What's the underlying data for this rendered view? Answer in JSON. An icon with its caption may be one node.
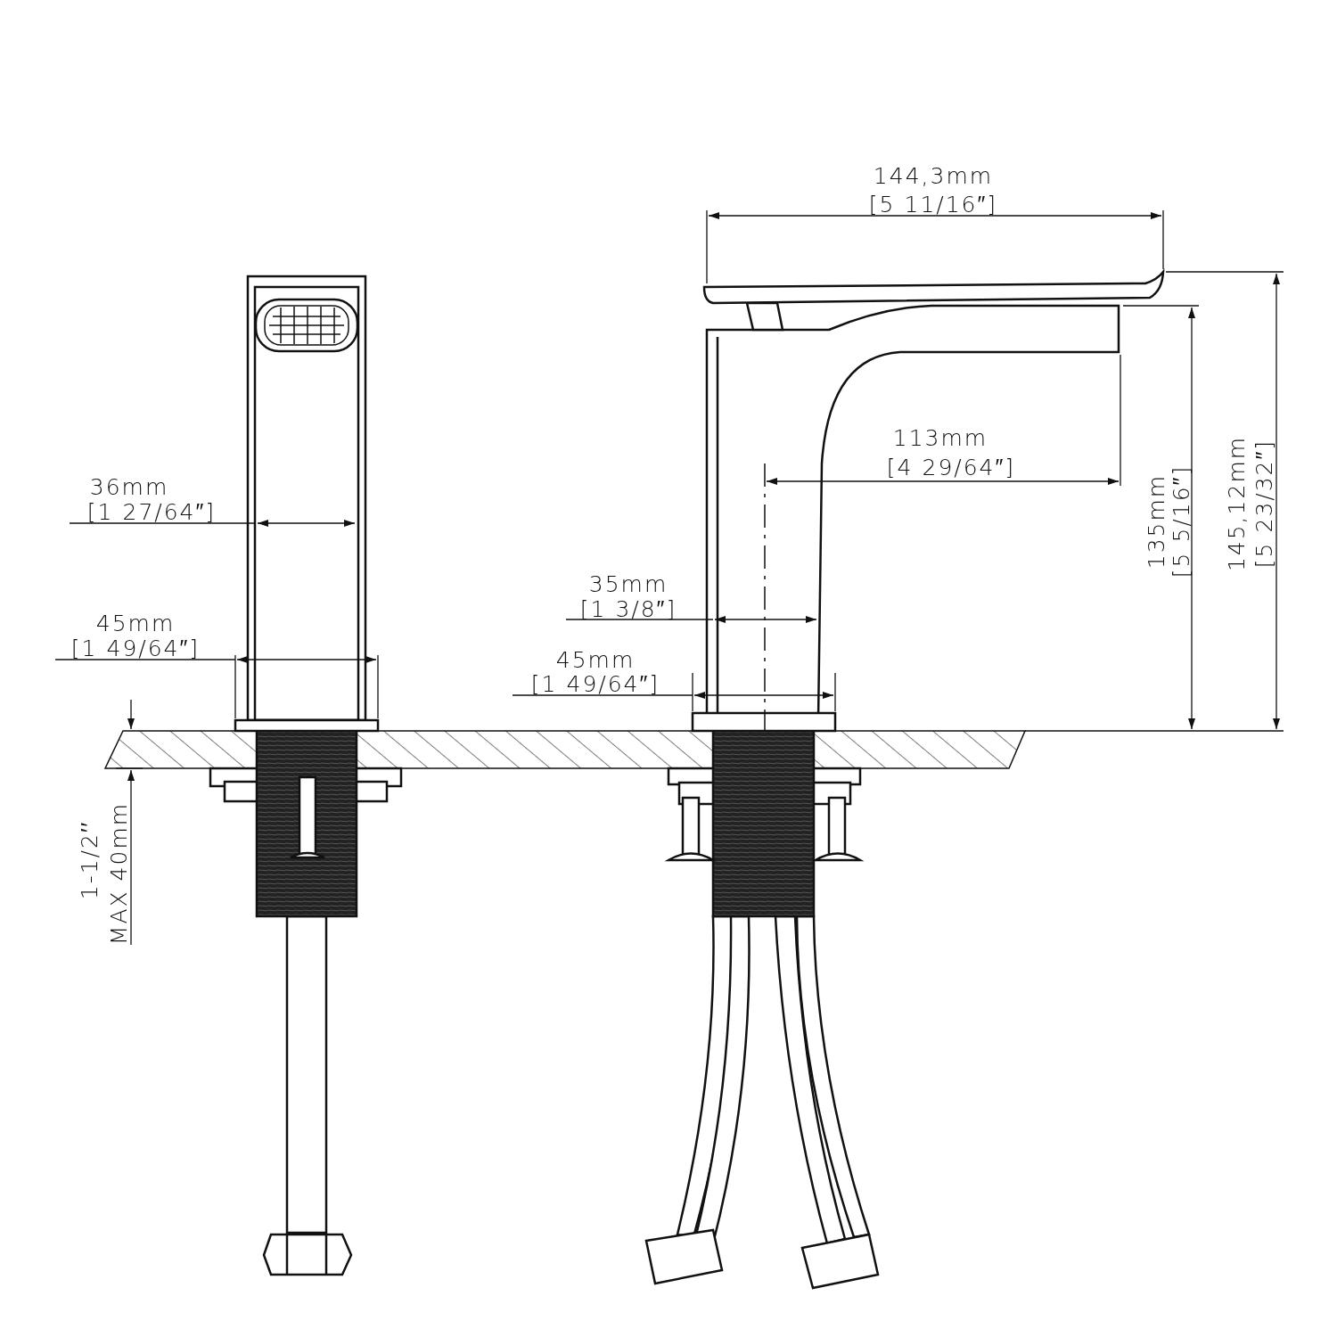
{
  "diagram": {
    "labels": [
      "144,3mm",
      "[5 11/16″]",
      "113mm",
      "[4 29/64″]",
      "36mm",
      "[1 27/64″]",
      "145,12mm",
      "[5 23/32″]",
      "135mm",
      "[5 5/16″]",
      "35mm",
      "[1 3/8″]",
      "45mm",
      "[1 49/64″]",
      "45mm",
      "[1 49/64″]",
      "1-1/2′′",
      "MAX 40mm"
    ]
  }
}
